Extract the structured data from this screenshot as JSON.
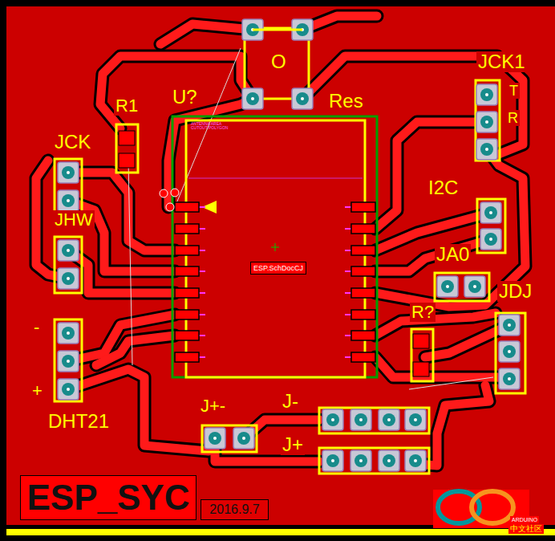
{
  "diagram": {
    "nodes": [
      {
        "text": [
          "ESP.SchDocCJ"
        ]
      },
      {
        "text": [
          "ESP_SYC"
        ]
      },
      {
        "text": [
          "2016.9.7"
        ]
      }
    ],
    "labels": [
      "JCK1",
      "T",
      "R",
      "O",
      "R1",
      "U?",
      "Res",
      "ANTENNA AREA CUTOUT POLYGON",
      "JCK",
      "I2C",
      "JHW",
      "JA0",
      "JDJ",
      "-",
      "R?",
      "+",
      "DHT21",
      "J+-",
      "J-",
      "J+",
      "ARDUINO",
      "中文社区"
    ]
  }
}
